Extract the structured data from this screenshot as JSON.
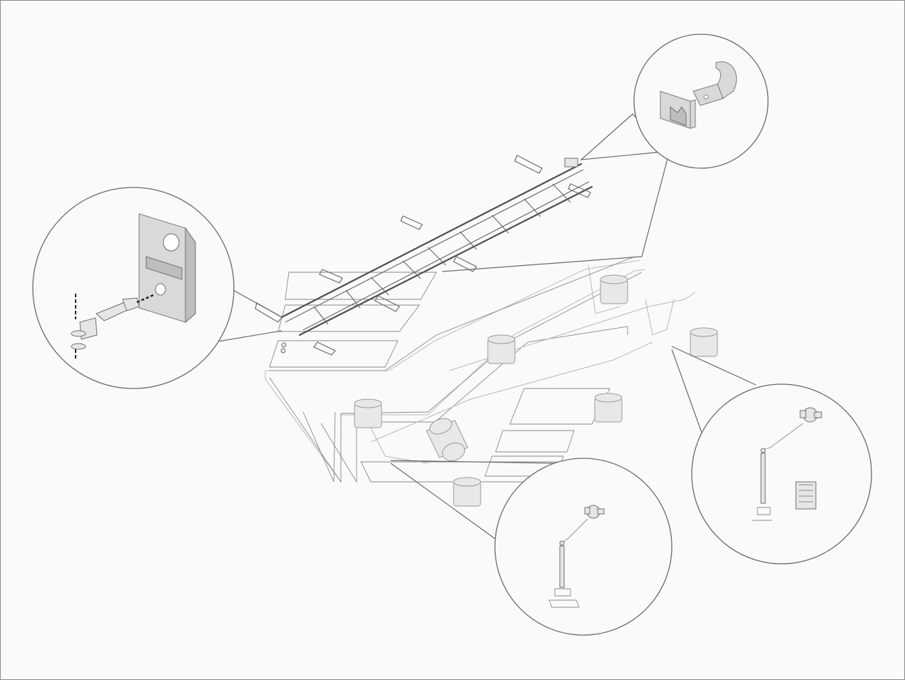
{
  "diagram": {
    "callouts": [
      {
        "id": "tow-hitch-detail",
        "icon": "tow-hitch-icon"
      },
      {
        "id": "pin-coupling-detail",
        "icon": "pin-coupling-icon"
      },
      {
        "id": "valve-rod-detail-right",
        "icon": "valve-rod-icon"
      },
      {
        "id": "valve-rod-detail-bottom",
        "icon": "valve-rod-icon"
      }
    ],
    "components": [
      "chassis-frame",
      "air-springs",
      "air-tank",
      "air-lines"
    ],
    "colors": {
      "background": "#fafafa",
      "line": "#5a5a5a",
      "ghost_line": "#b9b9b9",
      "part_fill": "#d9d9d9"
    }
  }
}
